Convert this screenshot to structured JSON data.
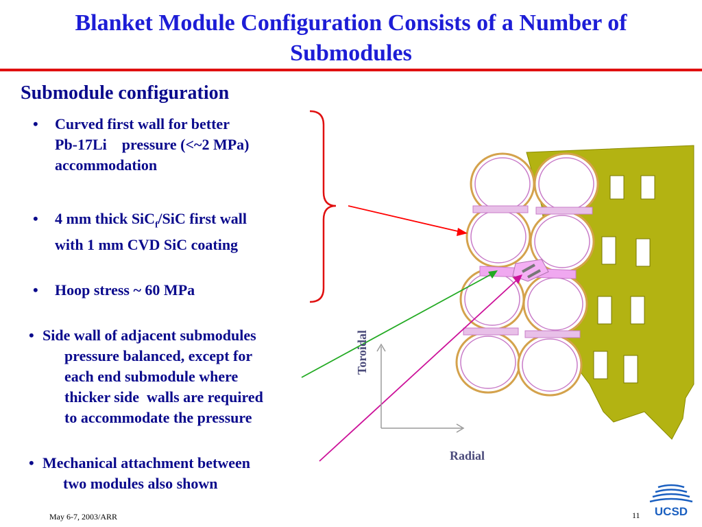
{
  "title_line1": "Blanket Module Configuration Consists of a Number of",
  "title_line2": "Submodules",
  "subheading": "Submodule configuration",
  "bullets": {
    "b1_l1": "Curved first wall for better",
    "b1_l2": "Pb-17Li    pressure (<~2 MPa)",
    "b1_l3": "accommodation",
    "b2_l1a": "4 mm thick SiC",
    "b2_sub": "f",
    "b2_l1b": "/SiC first wall",
    "b2_l2": "with 1 mm CVD SiC coating",
    "b3_l1": "Hoop stress ~ 60 MPa",
    "b4_l1": "Side wall of adjacent submodules",
    "b4_l2": "pressure balanced, except for",
    "b4_l3": "each end submodule where",
    "b4_l4": "thicker side  walls are required",
    "b4_l5": "to accommodate the pressure",
    "b5_l1": "Mechanical attachment between",
    "b5_l2": "two modules also shown",
    "bullet_char": "•"
  },
  "diagram": {
    "axis_toroidal": "Toroidal",
    "axis_radial": "Radial"
  },
  "footer": {
    "date": "May 6-7, 2003/ARR",
    "page": "11",
    "logo_text": "UCSD"
  },
  "colors": {
    "title": "#1d1dd6",
    "rule": "#e01010",
    "text": "#0a0a8c",
    "bracket": "#e01010",
    "arrow_red": "#ff0000",
    "arrow_green": "#22aa22",
    "arrow_magenta": "#cc1199",
    "plate": "#b3b312",
    "tube_outer": "#d4a24c",
    "tube_inner": "#c87bc8",
    "logo": "#1a5fc0"
  }
}
